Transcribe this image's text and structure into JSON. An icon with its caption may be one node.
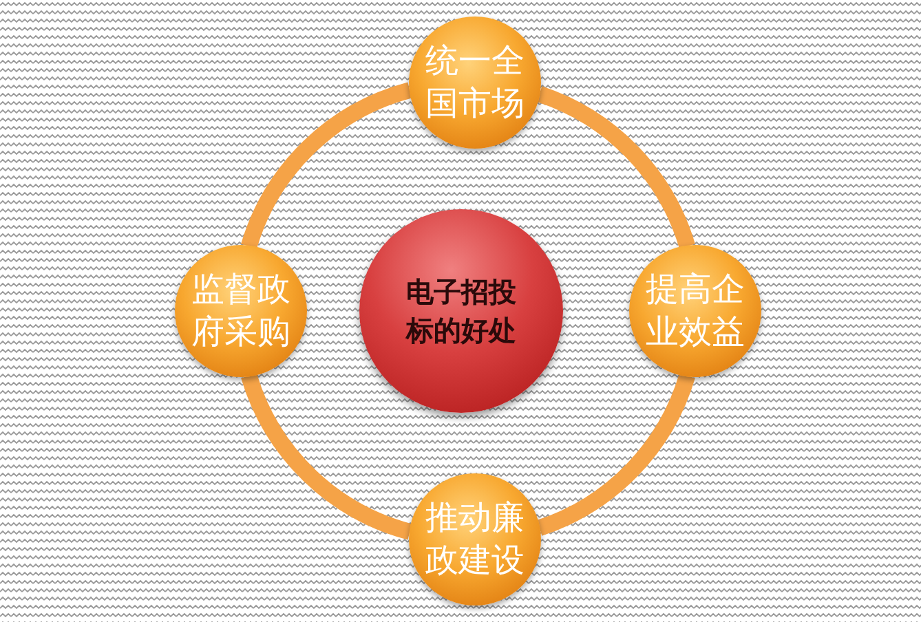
{
  "diagram": {
    "nodes": [
      {
        "text": [
          "统一全国市场"
        ]
      },
      {
        "text": [
          "监督政府采购"
        ]
      },
      {
        "text": [
          "电子招投标的好处"
        ]
      },
      {
        "text": [
          "提高企业效益"
        ]
      },
      {
        "text": [
          "推动廉政建设"
        ]
      }
    ],
    "edges": [
      {
        "from": 0,
        "to": 3,
        "arrow": "none"
      },
      {
        "from": 3,
        "to": 4,
        "arrow": "none"
      },
      {
        "from": 4,
        "to": 1,
        "arrow": "none"
      },
      {
        "from": 1,
        "to": 0,
        "arrow": "none"
      }
    ]
  }
}
